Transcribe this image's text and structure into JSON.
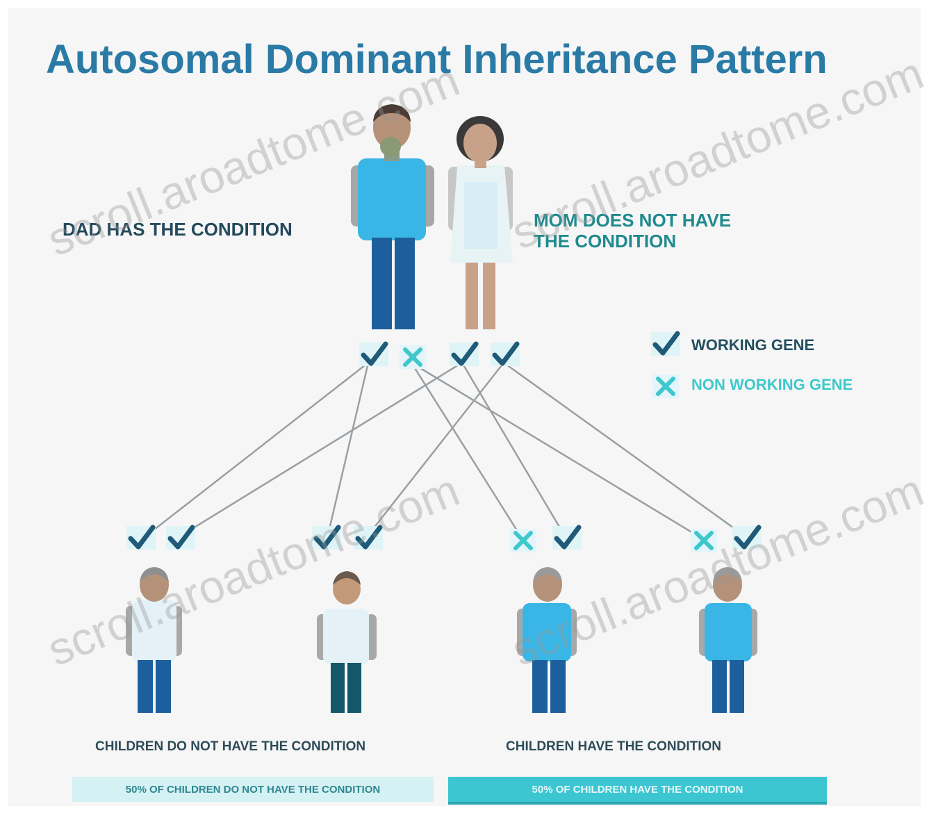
{
  "title": "Autosomal Dominant Inheritance Pattern",
  "parents": {
    "dad_label": "DAD HAS THE CONDITION",
    "mom_label_line1": "MOM DOES NOT HAVE",
    "mom_label_line2": "THE CONDITION"
  },
  "legend": {
    "working_gene": "WORKING GENE",
    "non_working_gene": "NON WORKING GENE"
  },
  "children": {
    "left_caption": "CHILDREN DO NOT HAVE THE CONDITION",
    "right_caption": "CHILDREN HAVE THE CONDITION",
    "left_bar": "50% OF CHILDREN DO NOT HAVE THE CONDITION",
    "right_bar": "50% OF CHILDREN HAVE THE CONDITION"
  },
  "watermark": "scroll.aroadtome.com",
  "colors": {
    "title": "#2a7aa6",
    "working_check": "#1f5a78",
    "non_working_x": "#3ec8cc",
    "affected_shirt": "#3ab6e6",
    "pants": "#1d5f9c",
    "unaffected_shirt": "#e4f2f7",
    "right_bar": "#3cc6d2",
    "left_bar": "#d4f1f3"
  },
  "genes": {
    "dad": [
      "working",
      "non-working"
    ],
    "mom": [
      "working",
      "working"
    ],
    "child1": [
      "working",
      "working"
    ],
    "child2": [
      "working",
      "working"
    ],
    "child3": [
      "non-working",
      "working"
    ],
    "child4": [
      "non-working",
      "working"
    ]
  }
}
